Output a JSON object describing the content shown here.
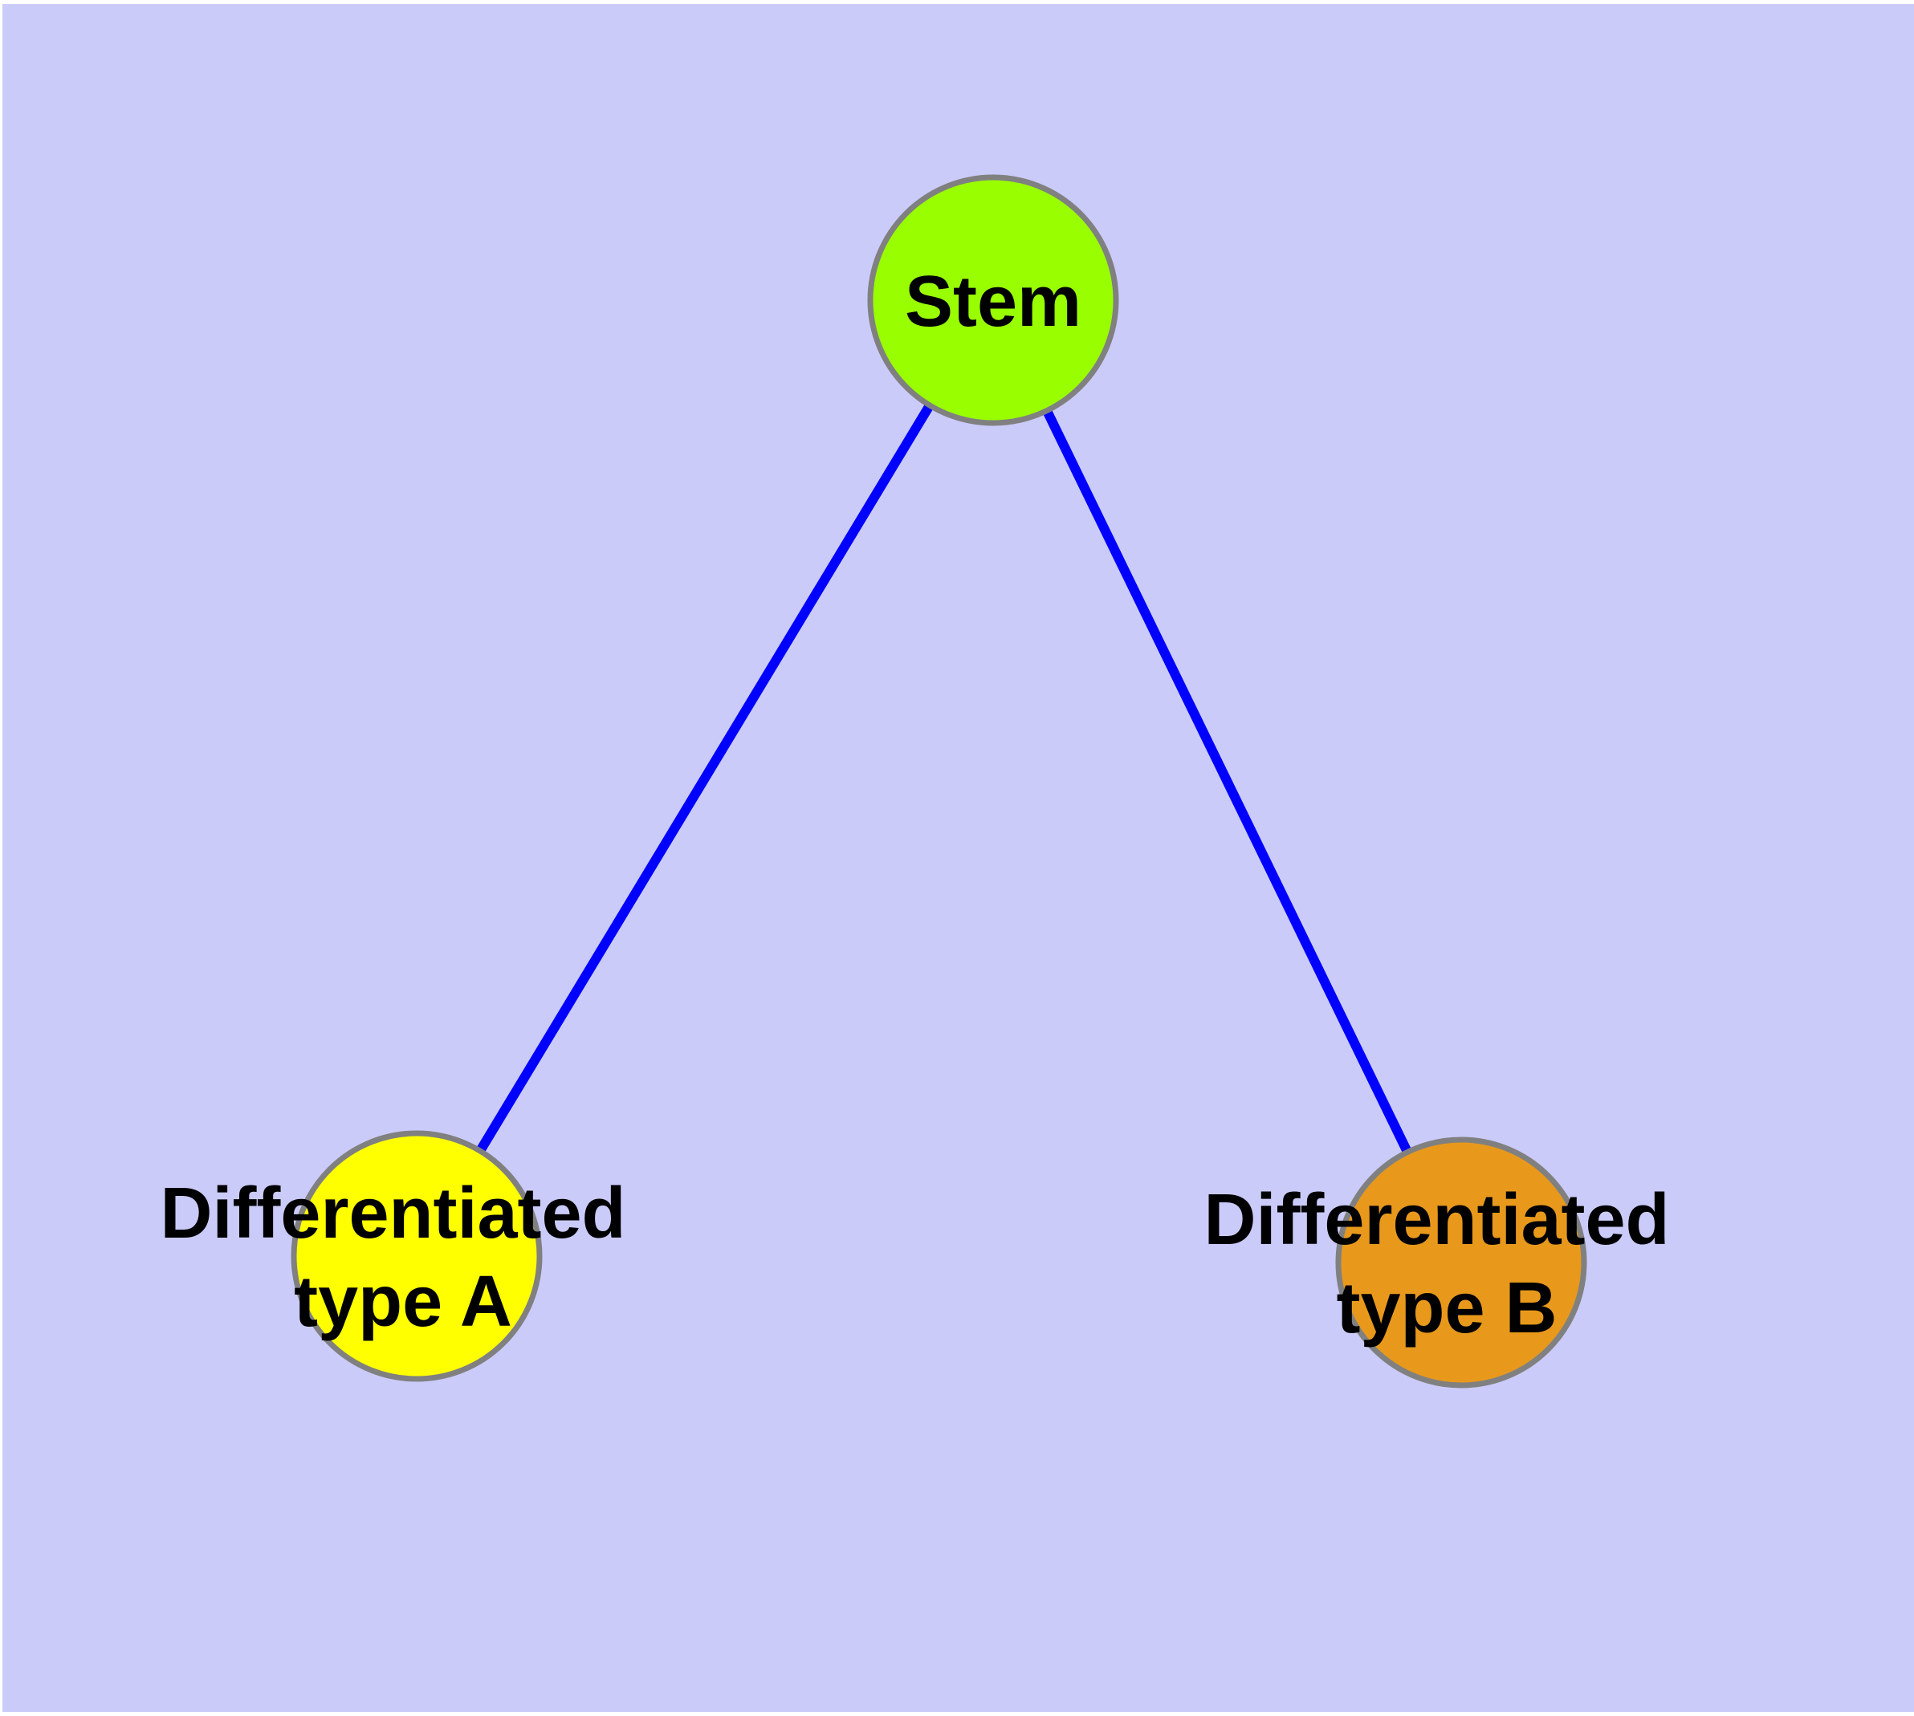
{
  "diagram": {
    "background_color": "#CBCBFA",
    "edge_color": "#0000FF",
    "node_border_color": "#808080",
    "label_color": "#000000",
    "nodes": [
      {
        "id": "stem",
        "label": "Stem",
        "lines": [
          "Stem"
        ],
        "fill": "#99FF00"
      },
      {
        "id": "differentiated-type-a",
        "label": "Differentiated type A",
        "lines": [
          "Differentiated",
          "type A"
        ],
        "fill": "#FFFF00"
      },
      {
        "id": "differentiated-type-b",
        "label": "Differentiated type B",
        "lines": [
          "Differentiated",
          "type B"
        ],
        "fill": "#E8991C"
      }
    ],
    "edges": [
      {
        "from": "Stem",
        "to": "Differentiated type A"
      },
      {
        "from": "Stem",
        "to": "Differentiated type B"
      }
    ]
  }
}
